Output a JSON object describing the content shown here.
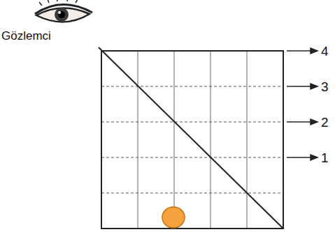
{
  "diagram": {
    "labels": [
      "Gözlemci",
      "4",
      "3",
      "2",
      "1"
    ]
  }
}
